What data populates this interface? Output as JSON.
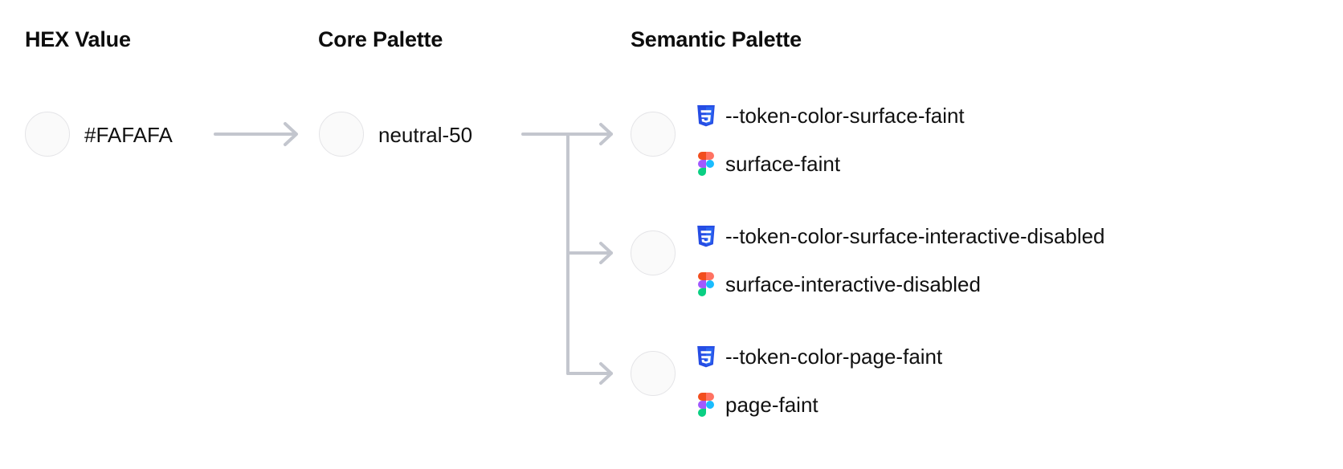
{
  "columns": {
    "hex": "HEX Value",
    "core": "Core Palette",
    "semantic": "Semantic Palette"
  },
  "hex_value": {
    "label": "#FAFAFA",
    "swatch_color": "#FAFAFA"
  },
  "core_palette": {
    "label": "neutral-50",
    "swatch_color": "#FAFAFA"
  },
  "semantic_palette": {
    "items": [
      {
        "swatch_color": "#FAFAFA",
        "css_token": "--token-color-surface-faint",
        "figma_token": "surface-faint"
      },
      {
        "swatch_color": "#FAFAFA",
        "css_token": "--token-color-surface-interactive-disabled",
        "figma_token": "surface-interactive-disabled"
      },
      {
        "swatch_color": "#FAFAFA",
        "css_token": "--token-color-page-faint",
        "figma_token": "page-faint"
      }
    ]
  },
  "icons": {
    "css3": "css3-icon",
    "figma": "figma-icon",
    "arrow": "arrow-right-icon"
  },
  "colors": {
    "connector": "#C3C6CE",
    "swatch_border": "#E4E4E7",
    "text": "#111111",
    "css3_blue": "#264DE4",
    "css3_blue_dark": "#2965F1",
    "figma_red": "#F24E1E",
    "figma_purple": "#A259FF",
    "figma_blue": "#1ABCFE",
    "figma_green": "#0ACF83"
  }
}
